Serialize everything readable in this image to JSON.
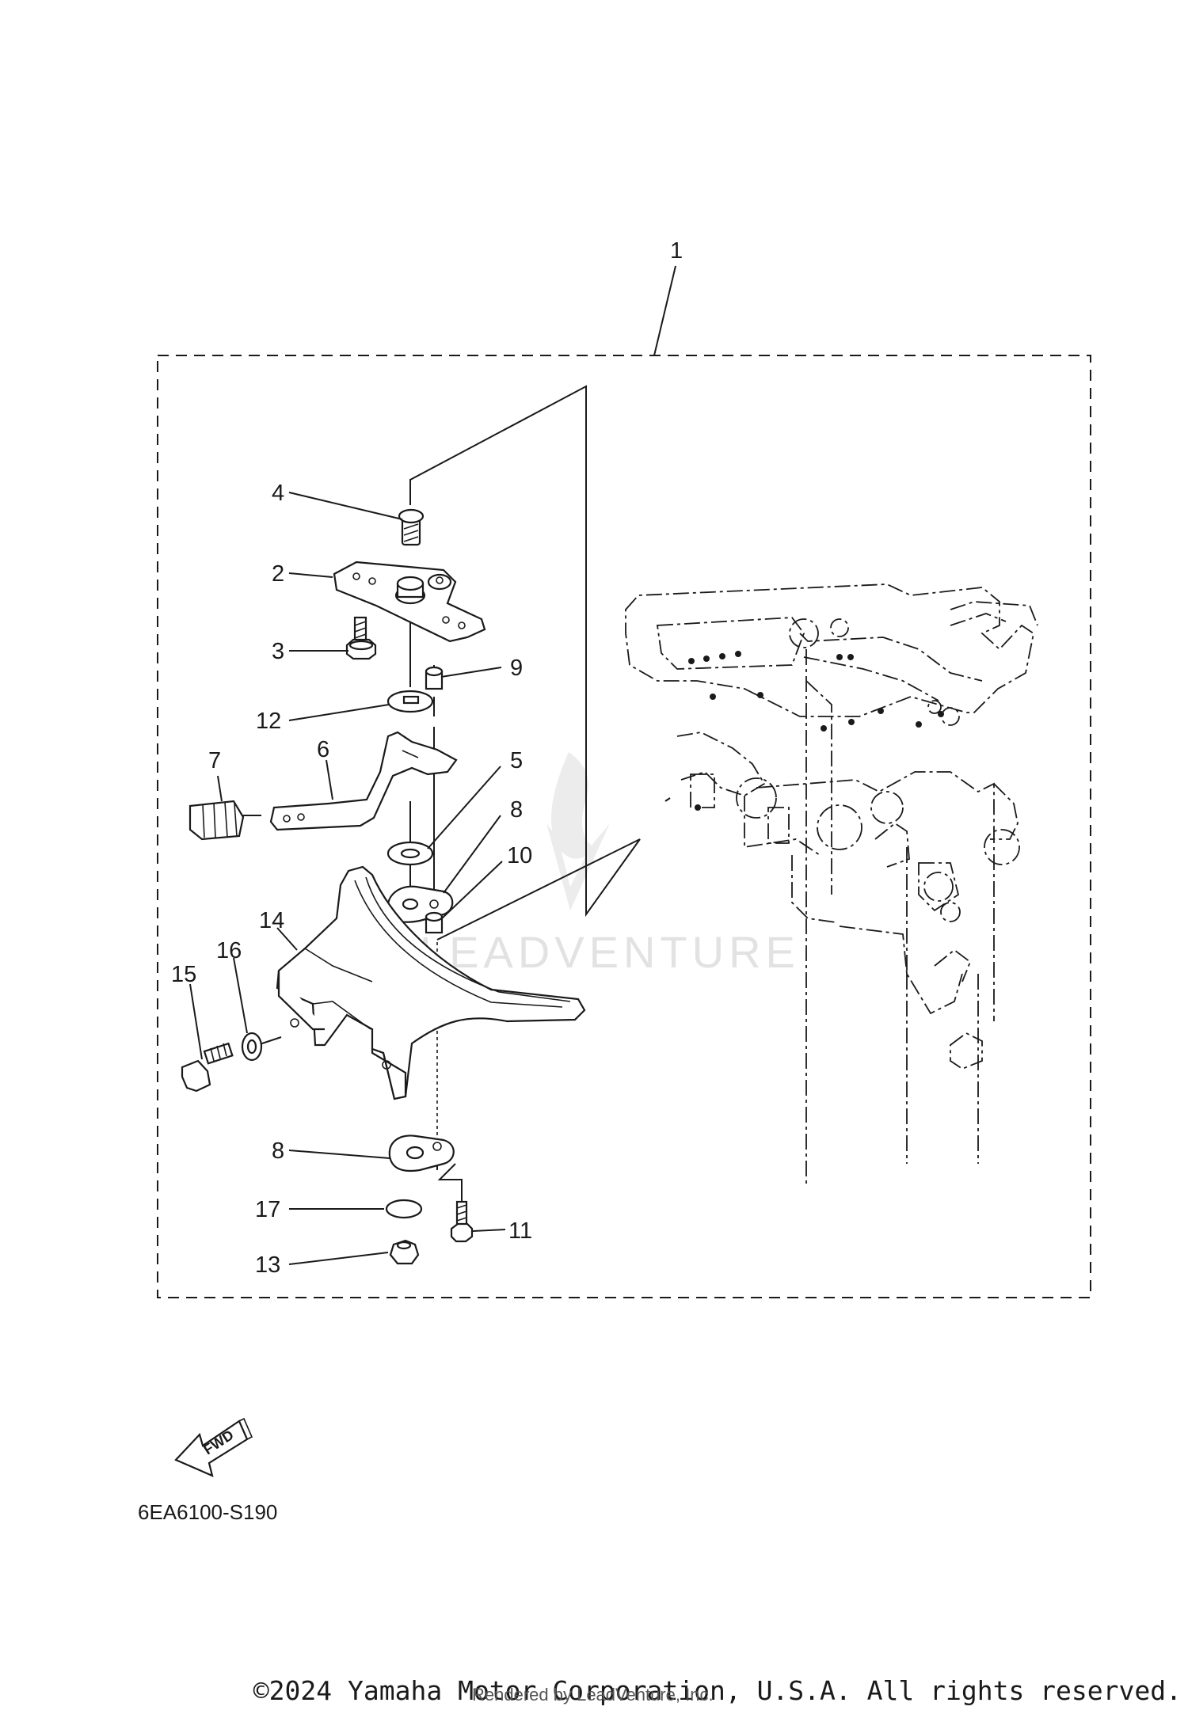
{
  "diagram": {
    "code": "6EA6100-S190",
    "fwd_label": "FWD",
    "watermark": "LEADVENTURE",
    "copyright": "©2024 Yamaha Motor Corporation, U.S.A. All rights reserved.",
    "rendered_by": "Rendered by LeadVenture, Inc.",
    "callouts": {
      "c1": "1",
      "c2": "2",
      "c3": "3",
      "c4": "4",
      "c5": "5",
      "c6": "6",
      "c7": "7",
      "c8a": "8",
      "c8b": "8",
      "c9": "9",
      "c10": "10",
      "c11": "11",
      "c12": "12",
      "c13": "13",
      "c14": "14",
      "c15": "15",
      "c16": "16",
      "c17": "17"
    }
  }
}
